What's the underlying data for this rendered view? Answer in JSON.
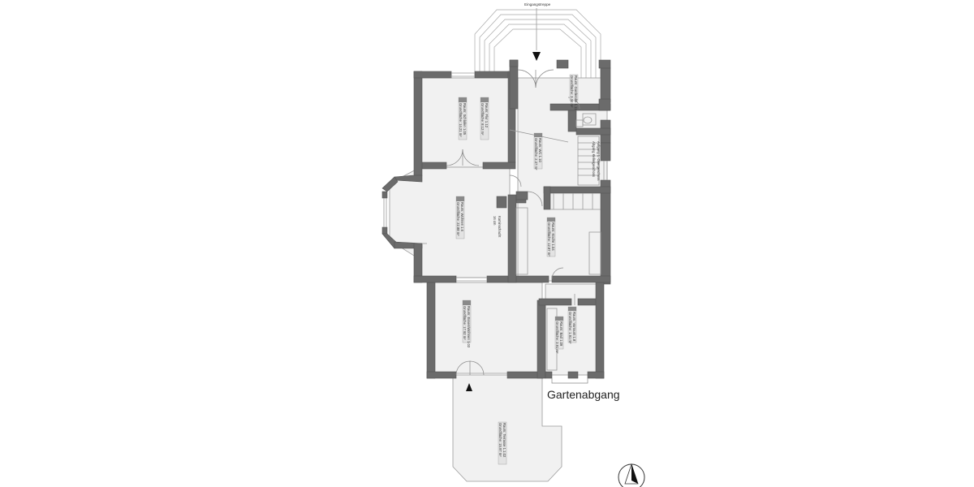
{
  "entrance_label": "Eingangstreppe",
  "garden_label": "Gartenabgang",
  "rooms": {
    "garderobe": {
      "name": "Raum: Garderobe 1.11",
      "area": "Grundfläche: 3.34 m²"
    },
    "flur": {
      "name": "Raum: Flur 1.12",
      "area": "Grundfläche: 8.12 m²"
    },
    "schlafen": {
      "name": "Raum: Schlafen 1.05",
      "area": "Grundfläche: 14.21 m²"
    },
    "wc": {
      "name": "Raum: WC 1.10",
      "area": "Grundfläche: 2.37 m²"
    },
    "wohnen": {
      "name": "Raum: Wohnen 1.6",
      "area": "Grundfläche: 22.88 m²"
    },
    "kueche": {
      "name": "Raum: Küche 1.04",
      "area": "Grundfläche: 12.87 m²"
    },
    "essen": {
      "name": "Raum: Essen/Wohnen 1.03",
      "area": "Grundfläche: 17.92 m²"
    },
    "vorraum": {
      "name": "Raum: Vorraum 1.8",
      "area": "Grundfläche: 1.91 m²"
    },
    "bad": {
      "name": "Raum: Bad 1.09",
      "area": "Grundfläche: 3.91 m²"
    },
    "terrasse": {
      "name": "Raum: Terrasse 1.1.02",
      "area": "Grundfläche: 15.97 m²"
    }
  },
  "stair_note_1": "Aufgang 1. Obergeschoss",
  "stair_note_2": "Abgang Kellergeschoss",
  "chimney_note_1": "Kaminschacht",
  "chimney_note_2": "16 cm"
}
